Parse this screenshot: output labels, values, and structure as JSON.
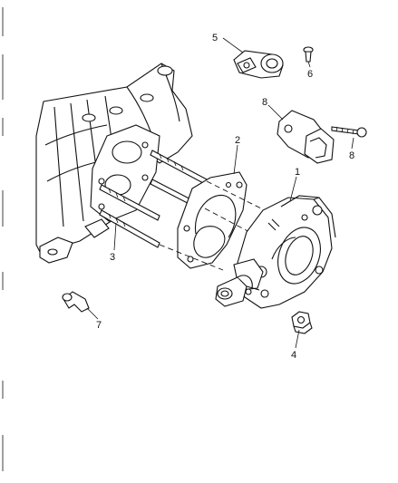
{
  "callouts": [
    {
      "id": "part-1",
      "label": "1"
    },
    {
      "id": "part-2",
      "label": "2"
    },
    {
      "id": "part-3",
      "label": "3"
    },
    {
      "id": "part-4",
      "label": "4"
    },
    {
      "id": "part-5",
      "label": "5"
    },
    {
      "id": "part-6",
      "label": "6"
    },
    {
      "id": "part-7",
      "label": "7"
    },
    {
      "id": "part-8a",
      "label": "8"
    },
    {
      "id": "part-8b",
      "label": "8"
    }
  ]
}
